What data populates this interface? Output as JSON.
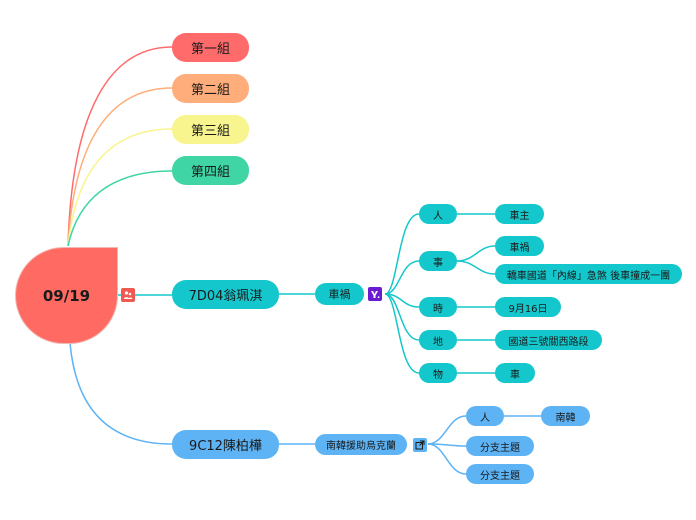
{
  "root": {
    "label": "09/19"
  },
  "groups": [
    "第一組",
    "第二組",
    "第三組",
    "第四組"
  ],
  "student1": {
    "label": "7D04翁珮淇",
    "topic": "車禍",
    "branches": [
      {
        "label": "人",
        "children": [
          "車主"
        ]
      },
      {
        "label": "事",
        "children": [
          "車禍",
          "轎車國道「內線」急煞 後車撞成一團"
        ]
      },
      {
        "label": "時",
        "children": [
          "9月16日"
        ]
      },
      {
        "label": "地",
        "children": [
          "國道三號關西路段"
        ]
      },
      {
        "label": "物",
        "children": [
          "車"
        ]
      }
    ]
  },
  "student2": {
    "label": "9C12陳柏樺",
    "topic": "南韓援助烏克蘭",
    "branches": [
      {
        "label": "人",
        "children": [
          "南韓"
        ]
      },
      {
        "label": "分支主題",
        "children": []
      },
      {
        "label": "分支主題",
        "children": []
      }
    ]
  },
  "colors": {
    "root": "#ff6b63",
    "group1": "#ff6b6b",
    "group2": "#ffad7a",
    "group3": "#f8f48e",
    "group4": "#3fd5a5",
    "teal": "#14c7cc",
    "blue": "#5eb3f5"
  },
  "icons": {
    "root_badge": "people-icon",
    "topic1_badge": "yahoo-icon",
    "topic2_badge": "external-link-icon"
  }
}
